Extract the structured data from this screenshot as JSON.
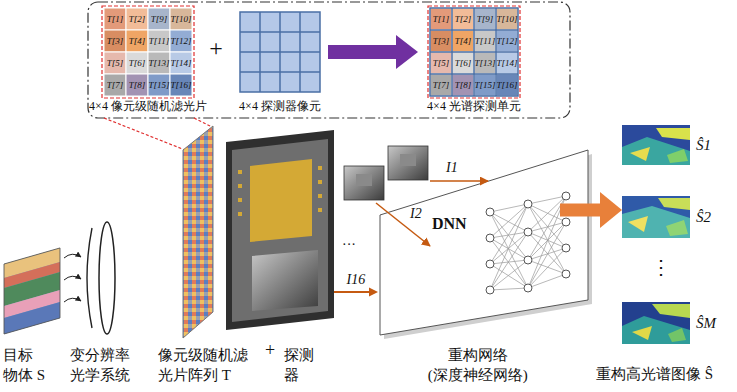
{
  "diagram": {
    "nodes": [
      {
        "text": [
          "4×4 像元级随机滤光片"
        ]
      },
      {
        "text": [
          "4×4 探测器像元"
        ]
      },
      {
        "text": [
          "4×4 光谱探测单元"
        ]
      },
      {
        "text": [
          "目标 物体 S"
        ]
      },
      {
        "text": [
          "变分辨率 光学系统"
        ]
      },
      {
        "text": [
          "像元级随机滤 光片阵列 T"
        ]
      },
      {
        "text": [
          "探测 器"
        ]
      },
      {
        "text": [
          "DNN",
          "重构网络 (深度神经网络)"
        ]
      },
      {
        "text": [
          "Ŝ1"
        ]
      },
      {
        "text": [
          "Ŝ2"
        ]
      },
      {
        "text": [
          "ŜM"
        ]
      }
    ],
    "edges": [
      {
        "from": 1,
        "to": 2,
        "arrow": "to"
      },
      {
        "from": 6,
        "to": 7,
        "label": "I16",
        "arrow": "to"
      },
      {
        "from": 7,
        "to": 9,
        "arrow": "to"
      }
    ],
    "labels": [
      "T[1]",
      "T[2]",
      "T[9]",
      "T[10]",
      "T[3]",
      "T[4]",
      "T[11]",
      "T[12]",
      "T[5]",
      "T[6]",
      "T[13]",
      "T[14]",
      "T[7]",
      "T[8]",
      "T[15]",
      "T[16]",
      "+",
      "T[1]",
      "T[2]",
      "T[9]",
      "T[10]",
      "T[3]",
      "T[4]",
      "T[11]",
      "T[12]",
      "T[5]",
      "T[6]",
      "T[13]",
      "T[14]",
      "T[7]",
      "T[8]",
      "T[15]",
      "T[16]",
      "+",
      "I1",
      "I2",
      "···",
      "⋮",
      "重构高光谱图像 Ŝ"
    ]
  }
}
